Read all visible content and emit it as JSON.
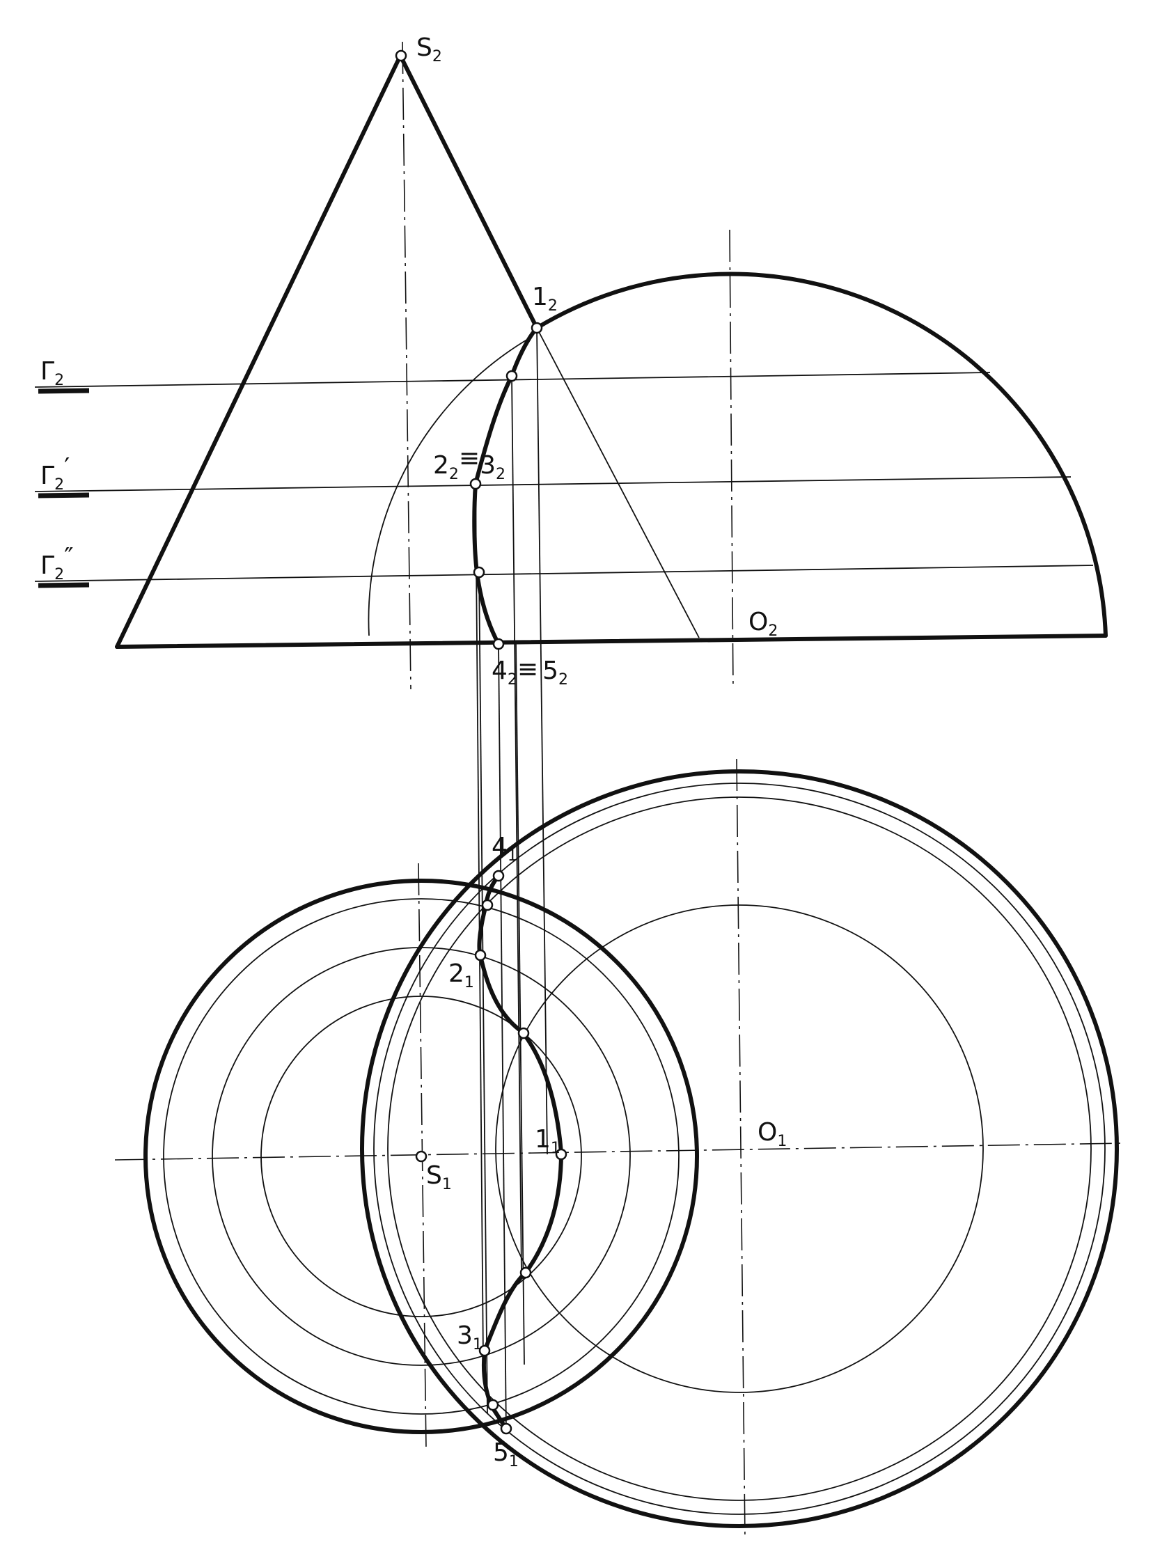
{
  "front_view": {
    "apex_label": "S",
    "apex_sub": "2",
    "point1_label": "1",
    "point1_sub": "2",
    "point23_label_a": "2",
    "point23_sub_a": "2",
    "point23_equiv": "≡",
    "point23_label_b": "3",
    "point23_sub_b": "2",
    "point45_label_a": "4",
    "point45_sub_a": "2",
    "point45_equiv": "≡",
    "point45_label_b": "5",
    "point45_sub_b": "2",
    "center_label": "O",
    "center_sub": "2",
    "plane_1_label": "Γ",
    "plane_1_sub": "2",
    "plane_2_label": "Γ",
    "plane_2_sub": "2",
    "plane_2_prime": "′",
    "plane_3_label": "Γ",
    "plane_3_sub": "2",
    "plane_3_prime": "″"
  },
  "top_view": {
    "point4_label": "4",
    "point4_sub": "1",
    "point2_label": "2",
    "point2_sub": "1",
    "point1_label": "1",
    "point1_sub": "1",
    "point3_label": "3",
    "point3_sub": "1",
    "point5_label": "5",
    "point5_sub": "1",
    "apex_label": "S",
    "apex_sub": "1",
    "center_label": "O",
    "center_sub": "1"
  },
  "colors": {
    "ink": "#111111",
    "paper": "#ffffff"
  }
}
